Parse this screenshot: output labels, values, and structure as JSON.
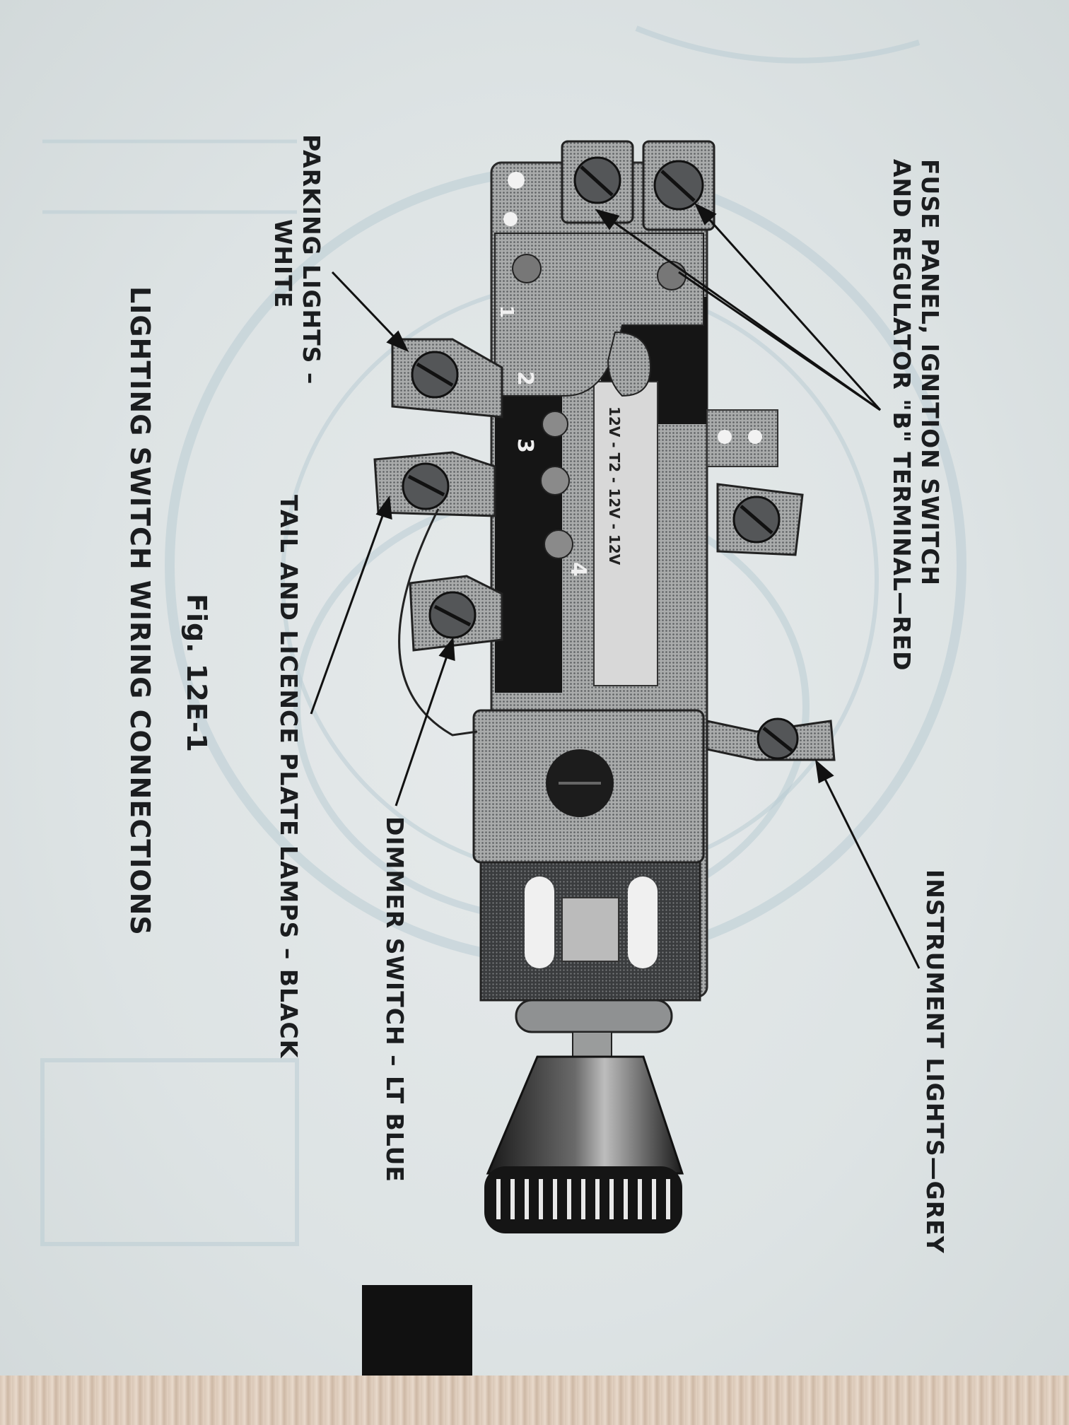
{
  "figure": {
    "number": "Fig. 12E-1",
    "title": "LIGHTING SWITCH WIRING CONNECTIONS"
  },
  "callouts": {
    "fuse_panel": [
      "FUSE PANEL, IGNITION SWITCH",
      "AND REGULATOR \"B\" TERMINAL—RED"
    ],
    "parking_lights": [
      "PARKING LIGHTS –",
      "WHITE"
    ],
    "tail_licence": "TAIL AND LICENCE PLATE LAMPS –   BLACK",
    "dimmer_switch": "DIMMER SWITCH – LT BLUE",
    "instrument_lights": "INSTRUMENT LIGHTS—GREY"
  },
  "terminal_numbers": [
    "1",
    "2",
    "3",
    "4"
  ],
  "plate_stamp": "12V - T2 - 12V - 12V",
  "colors": {
    "paper": "#dfe4e5",
    "ink": "#1b1d1f",
    "metal": "#9a9c9c"
  }
}
